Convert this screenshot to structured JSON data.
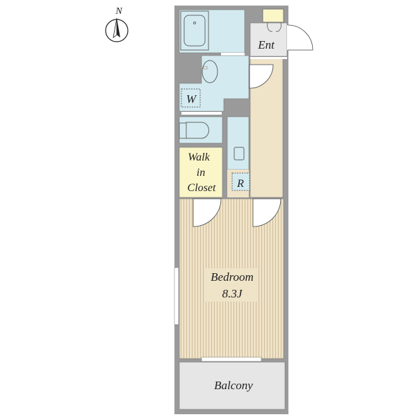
{
  "compass": {
    "label": "N"
  },
  "rooms": {
    "entrance": "Ent",
    "washer": "W",
    "walk_in_closet": [
      "Walk",
      "in",
      "Closet"
    ],
    "refrigerator": "R",
    "bedroom": "Bedroom",
    "bedroom_size": "8.3J",
    "balcony": "Balcony"
  },
  "colors": {
    "wall": "#9a9a9a",
    "wet_area": "#d3ebf0",
    "floor": "#efe3c8",
    "closet": "#fbf6c8",
    "entrance": "#e8e8e8",
    "balcony": "#e6e6e6"
  }
}
